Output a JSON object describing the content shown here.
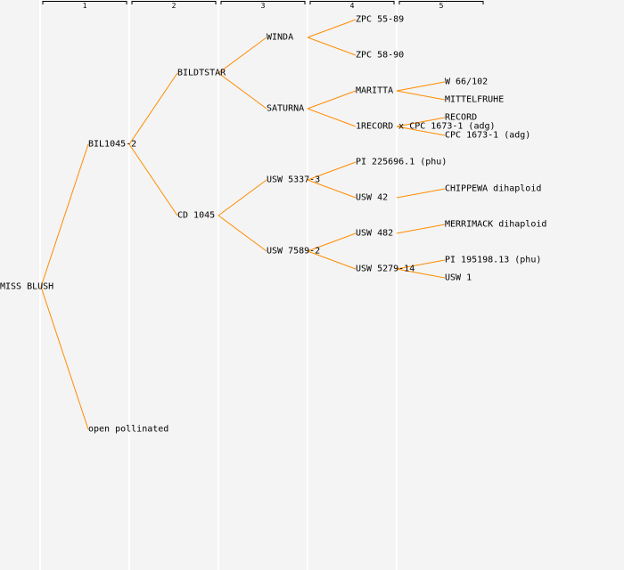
{
  "header": {
    "generations": [
      "1",
      "2",
      "3",
      "4",
      "5"
    ]
  },
  "colors": {
    "background": "#f4f4f4",
    "divider": "#ffffff",
    "link": "#ff8c00",
    "text": "#000000"
  },
  "pedigree": {
    "label": "MISS BLUSH",
    "children": [
      {
        "label": "BIL1045-2",
        "children": [
          {
            "label": "BILDTSTAR",
            "children": [
              {
                "label": "WINDA",
                "children": [
                  {
                    "label": "ZPC 55-89",
                    "children": []
                  },
                  {
                    "label": "ZPC 58-90",
                    "children": []
                  }
                ]
              },
              {
                "label": "SATURNA",
                "children": [
                  {
                    "label": "MARITTA",
                    "children": [
                      {
                        "label": "W 66/102"
                      },
                      {
                        "label": "MITTELFRUHE"
                      }
                    ]
                  },
                  {
                    "label": "1RECORD x CPC 1673-1 (adg)",
                    "children": [
                      {
                        "label": "RECORD"
                      },
                      {
                        "label": "CPC 1673-1 (adg)"
                      }
                    ]
                  }
                ]
              }
            ]
          },
          {
            "label": "CD 1045",
            "children": [
              {
                "label": "USW 5337-3",
                "children": [
                  {
                    "label": "PI 225696.1 (phu)",
                    "children": []
                  },
                  {
                    "label": "USW 42",
                    "children": [
                      {
                        "label": "CHIPPEWA dihaploid"
                      }
                    ]
                  }
                ]
              },
              {
                "label": "USW 7589-2",
                "children": [
                  {
                    "label": "USW 482",
                    "children": [
                      {
                        "label": "MERRIMACK dihaploid"
                      }
                    ]
                  },
                  {
                    "label": "USW 5279-14",
                    "children": [
                      {
                        "label": "PI 195198.13 (phu)"
                      },
                      {
                        "label": "USW 1"
                      }
                    ]
                  }
                ]
              }
            ]
          }
        ]
      },
      {
        "label": "open pollinated",
        "children": []
      }
    ]
  }
}
